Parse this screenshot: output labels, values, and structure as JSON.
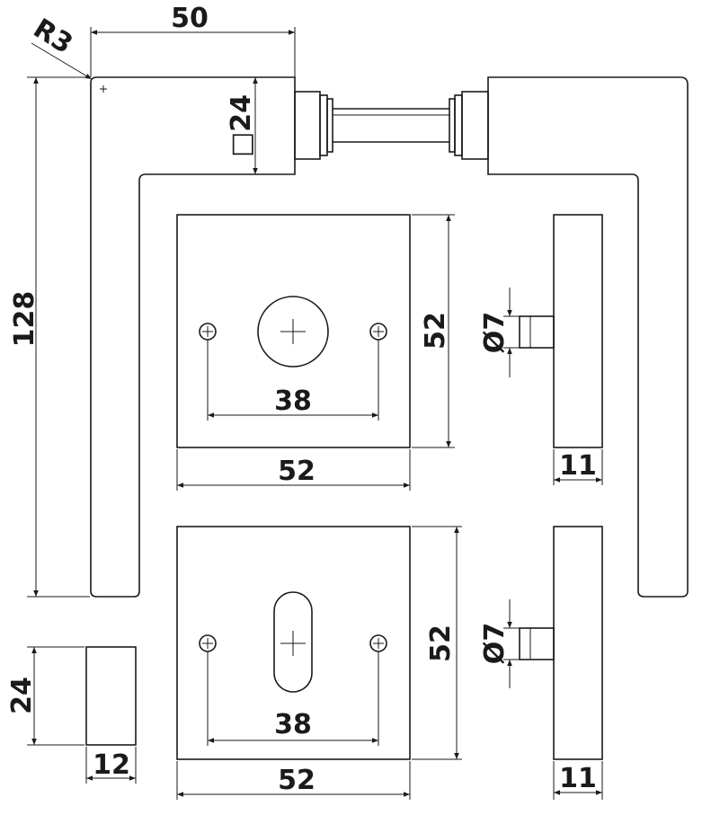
{
  "dimensions": {
    "top_width": "50",
    "radius": "R3",
    "square_spindle": "□24",
    "total_height": "128",
    "rose1_hole_spacing": "38",
    "rose1_width": "52",
    "rose1_height": "52",
    "rose1_pin_diameter": "Ø7",
    "rose1_thickness": "11",
    "rose2_hole_spacing": "38",
    "rose2_width": "52",
    "rose2_height": "52",
    "rose2_pin_diameter": "Ø7",
    "rose2_thickness": "11",
    "section_height": "24",
    "section_width": "12"
  }
}
